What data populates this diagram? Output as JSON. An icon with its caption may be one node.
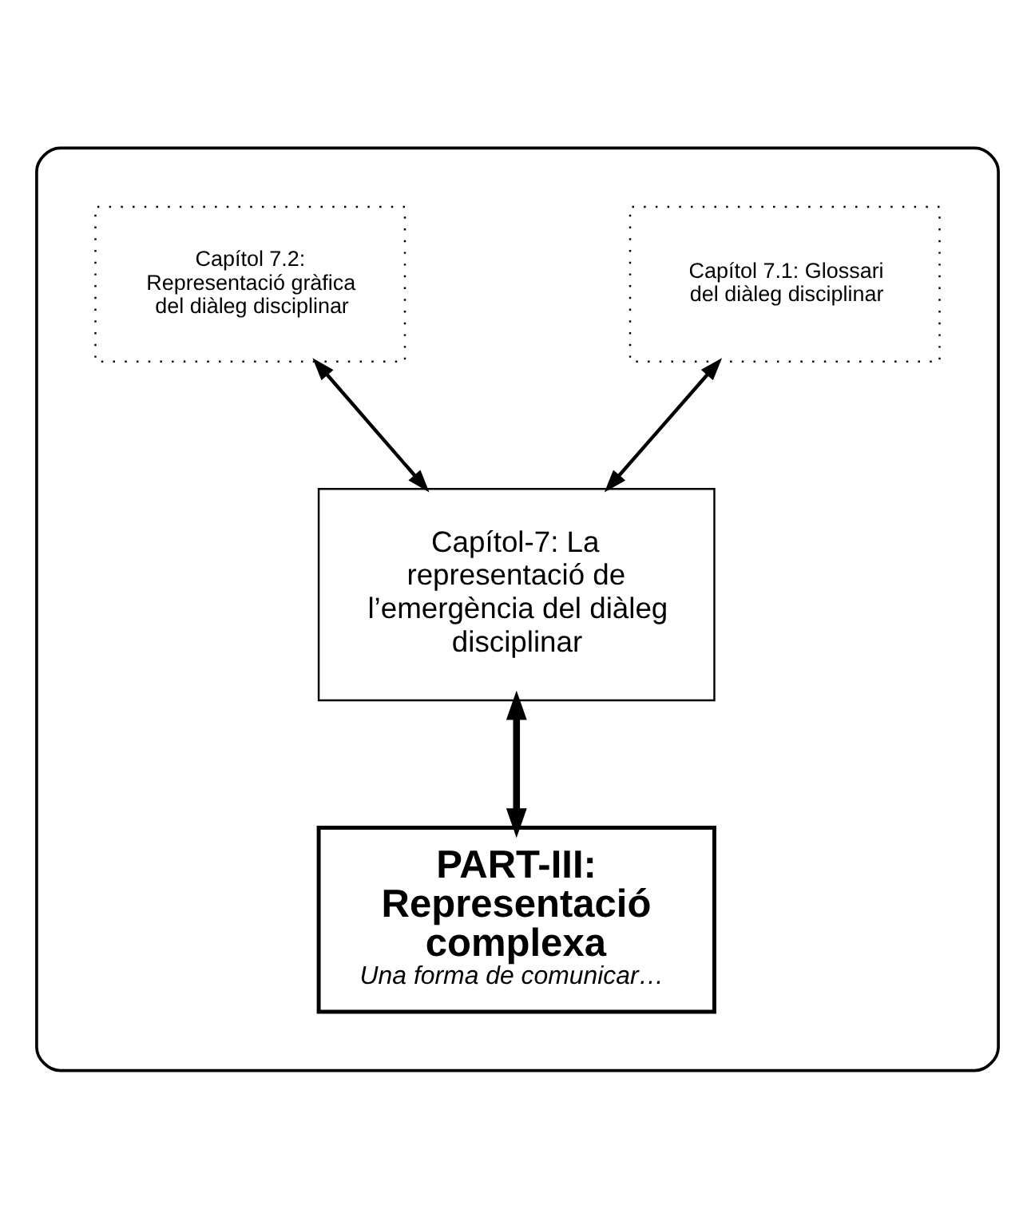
{
  "diagram": {
    "nodes": [
      {
        "text": [],
        "shape": "box"
      },
      {
        "text": [
          "Capítol 7.1: Glossari del diàleg disciplinar"
        ],
        "in": 0
      },
      {
        "text": [
          "Capítol 7.2: Representació gràfica del diàleg disciplinar"
        ],
        "in": 0
      },
      {
        "text": [
          "Capítol-7: La representació de l’emergència del diàleg disciplinar"
        ],
        "in": 0
      },
      {
        "text": [
          "PART-III: Representació complexa",
          "Una forma de comunicar…"
        ],
        "in": 0
      }
    ],
    "edges": [
      {
        "from": 1,
        "to": 3,
        "arrow": "both"
      },
      {
        "from": 2,
        "to": 3,
        "arrow": "both"
      },
      {
        "from": 3,
        "to": 4,
        "arrow": "both",
        "style": "thick"
      }
    ]
  }
}
